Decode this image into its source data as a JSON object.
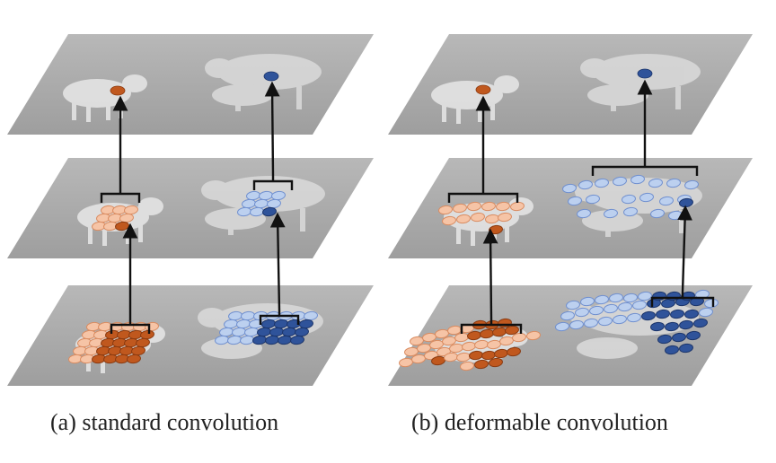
{
  "captions": {
    "a": "(a) standard convolution",
    "b": "(b) deformable convolution"
  },
  "colors": {
    "orange_dark": "#c0581e",
    "orange_light": "#f6c4a6",
    "orange_stroke_light": "#d98b60",
    "blue_dark": "#2f539a",
    "blue_light": "#bcd0ef",
    "blue_stroke_light": "#6f8fcf",
    "plane_fill": "#a9a9a9",
    "plane_edge": "#9c9c9c",
    "arrow": "#111111"
  },
  "panels": [
    "standard-convolution",
    "deformable-convolution"
  ],
  "layers_per_panel": 3
}
